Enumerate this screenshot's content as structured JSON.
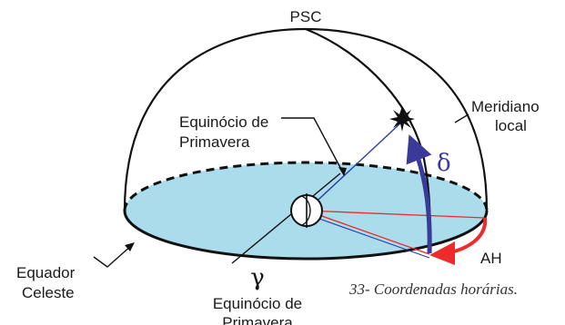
{
  "labels": {
    "psc": "PSC",
    "meridiano_line1": "Meridiano",
    "meridiano_line2": "local",
    "equinox_top_line1": "Equinócio de",
    "equinox_top_line2": "Primavera",
    "equador_line1": "Equador",
    "equador_line2": "Celeste",
    "gamma": "γ",
    "equinox_bottom_line1": "Equinócio de",
    "equinox_bottom_line2": "Primavera",
    "delta": "δ",
    "ah": "AH",
    "caption": "33- Coordenadas horárias."
  },
  "colors": {
    "equator_plane": "#aadceb",
    "declination_arc": "#3a3a9a",
    "hour_angle_arc": "#ee2b2b",
    "star_ray": "#2a3ea8",
    "outline": "#111111"
  },
  "icons": {
    "star": "star-icon",
    "observer": "observer-sphere-icon"
  }
}
